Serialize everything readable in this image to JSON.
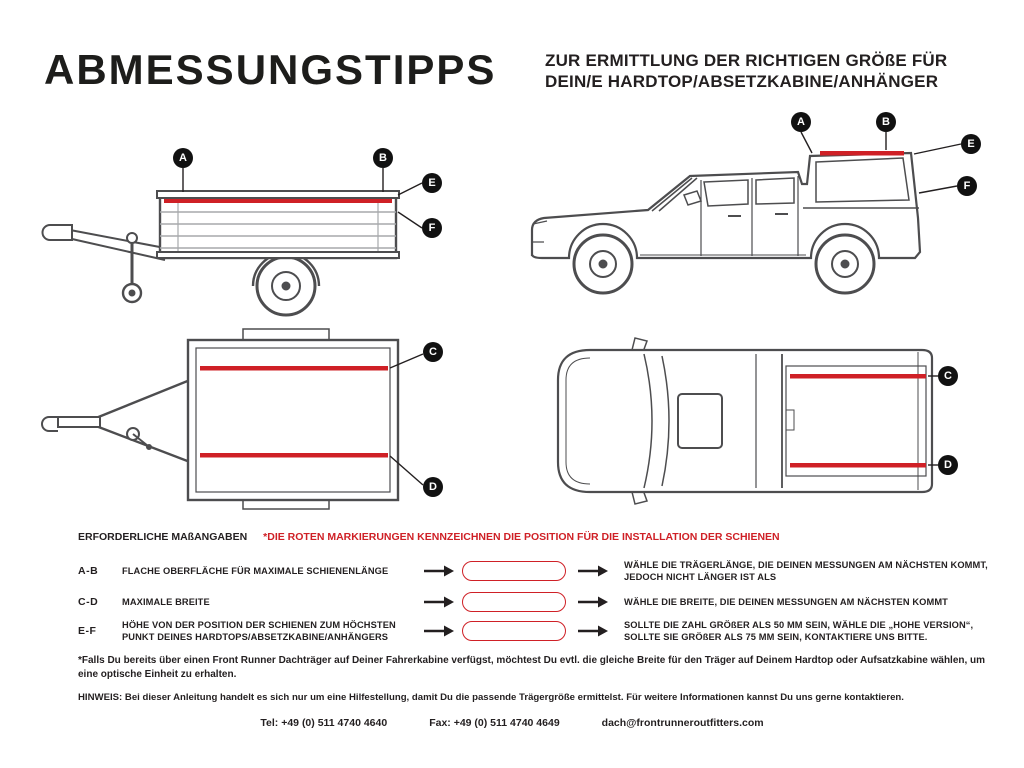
{
  "header": {
    "title": "ABMESSUNGSTIPPS",
    "subtitle_line1": "ZUR ERMITTLUNG DER RICHTIGEN GRÖßE FÜR",
    "subtitle_line2": "DEIN/E HARDTOP/ABSETZKABINE/ANHÄNGER"
  },
  "diagram_labels": {
    "a": "A",
    "b": "B",
    "c": "C",
    "d": "D",
    "e": "E",
    "f": "F"
  },
  "measurements": {
    "heading": "ERFORDERLICHE MAßANGABEN",
    "note": "*DIE ROTEN MARKIERUNGEN KENNZEICHNEN DIE POSITION FÜR DIE INSTALLATION DER SCHIENEN",
    "rows": [
      {
        "key": "A-B",
        "description": "FLACHE OBERFLÄCHE FÜR MAXIMALE SCHIENENLÄNGE",
        "instruction": "WÄHLE DIE TRÄGERLÄNGE, DIE DEINEN MESSUNGEN AM NÄCHSTEN KOMMT, JEDOCH NICHT LÄNGER IST ALS"
      },
      {
        "key": "C-D",
        "description": "MAXIMALE BREITE",
        "instruction": "WÄHLE DIE BREITE, DIE DEINEN MESSUNGEN AM NÄCHSTEN KOMMT"
      },
      {
        "key": "E-F",
        "description": "HÖHE VON DER POSITION DER SCHIENEN ZUM HÖCHSTEN PUNKT DEINES HARDTOPS/ABSETZKABINE/ANHÄNGERS",
        "instruction": "SOLLTE DIE ZAHL GRÖßER ALS 50 MM SEIN, WÄHLE DIE „HOHE VERSION“, SOLLTE SIE GRÖßER ALS 75 MM SEIN, KONTAKTIERE UNS BITTE."
      }
    ]
  },
  "footnotes": {
    "asterisk_note": "*Falls Du bereits über einen Front Runner Dachträger auf Deiner Fahrerkabine verfügst, möchtest Du evtl. die gleiche Breite für den Träger auf Deinem Hardtop oder Aufsatzkabine wählen, um eine optische Einheit zu erhalten.",
    "hinweis": "HINWEIS: Bei dieser Anleitung handelt es sich nur um eine Hilfestellung, damit Du die passende Trägergröße ermittelst. Für weitere Informationen kannst Du uns gerne kontaktieren."
  },
  "contact": {
    "tel": "Tel: +49 (0) 511 4740 4640",
    "fax": "Fax: +49 (0) 511 4740 4649",
    "email": "dach@frontrunneroutfitters.com"
  },
  "colors": {
    "accent_red": "#cf2026",
    "drawing_gray": "#4d4d4f",
    "text_black": "#231f20"
  }
}
